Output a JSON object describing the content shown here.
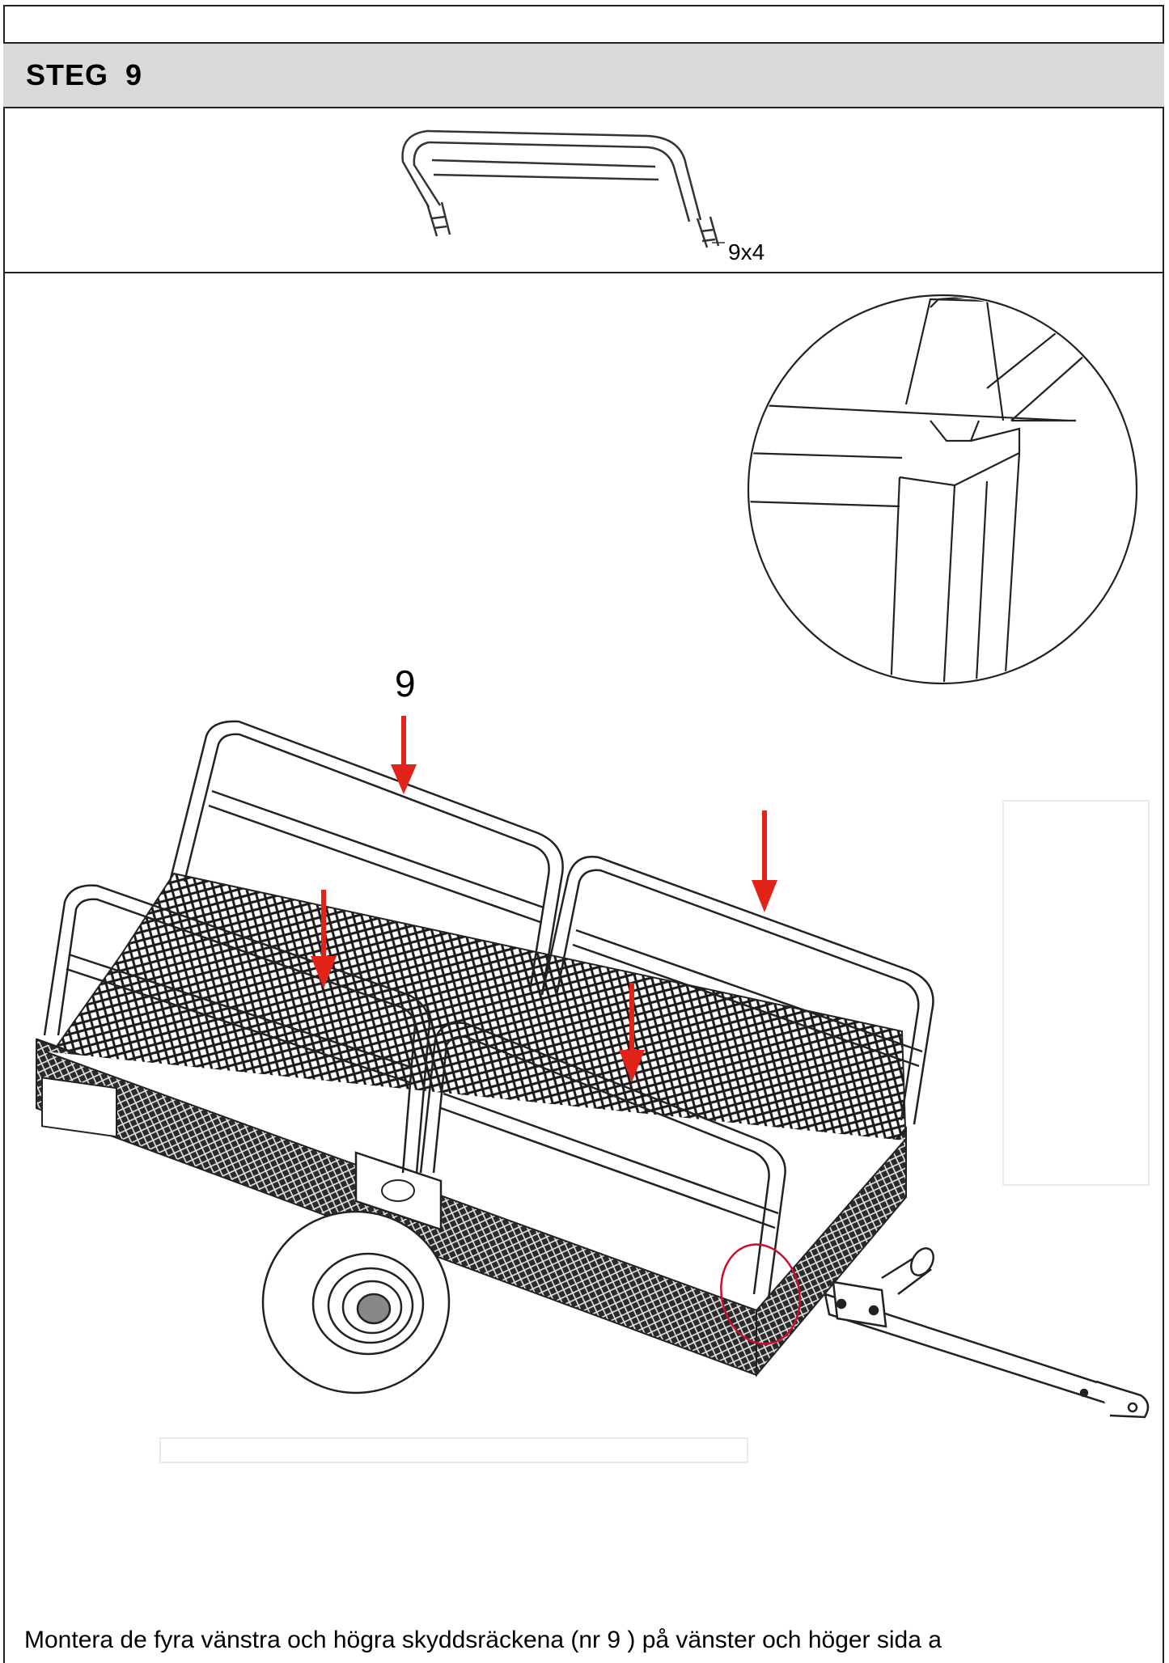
{
  "header": {
    "step_title": "STEG  9"
  },
  "part": {
    "quantity_label": "9x4"
  },
  "diagram": {
    "callout_label": "9",
    "arrow_color": "#e2231a",
    "highlight_color": "#c8102e"
  },
  "instructions": {
    "text": "Montera de fyra vänstra och högra skyddsräckena (nr 9 ) på vänster och höger sida a"
  }
}
